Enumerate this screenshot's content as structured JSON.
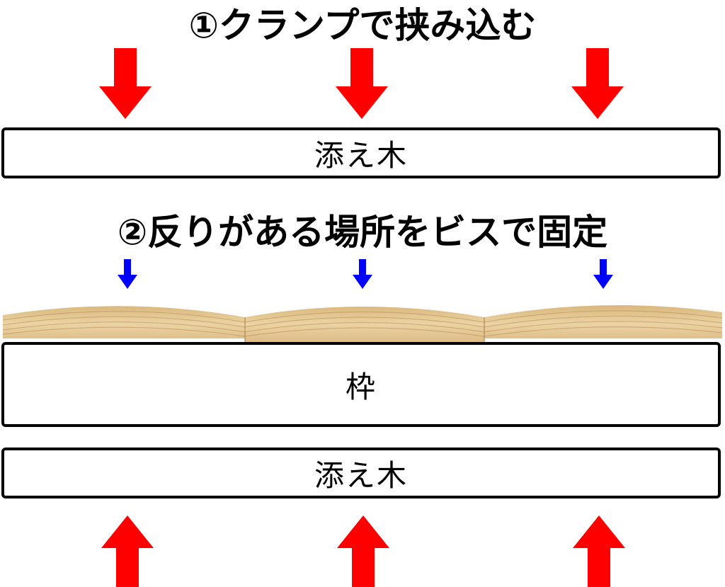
{
  "step1": {
    "title": "①クランプで挟み込む"
  },
  "step2": {
    "title": "②反りがある場所をビスで固定"
  },
  "boards": {
    "top_label": "添え木",
    "frame_label": "枠",
    "bottom_label": "添え木"
  },
  "colors": {
    "clamp_arrow": "#ff0000",
    "screw_arrow": "#0000ff",
    "wood": "#e3c58f",
    "wood_grain": "#b8925a",
    "outline": "#000000"
  },
  "icons": {
    "clamp_arrow": "arrow-down-icon",
    "clamp_arrow_up": "arrow-up-icon",
    "screw_arrow": "arrow-down-icon"
  }
}
